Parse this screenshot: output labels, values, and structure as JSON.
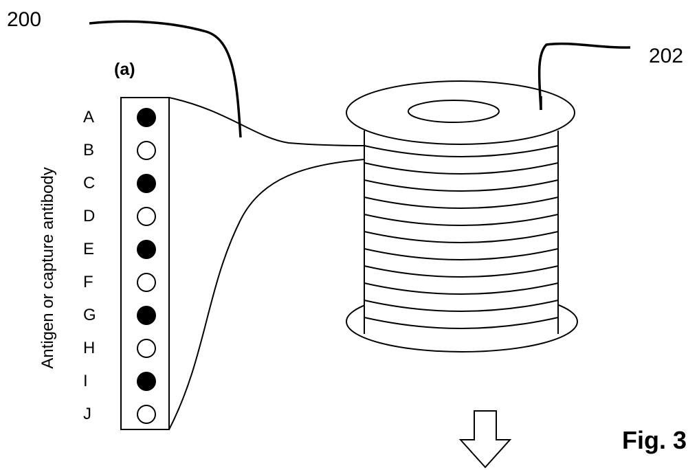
{
  "labels": {
    "ref_200": "200",
    "ref_202": "202",
    "panel": "(a)",
    "axis": "Antigen or capture antibody",
    "figure": "Fig. 3"
  },
  "rows": [
    {
      "letter": "A",
      "filled": true
    },
    {
      "letter": "B",
      "filled": false
    },
    {
      "letter": "C",
      "filled": true
    },
    {
      "letter": "D",
      "filled": false
    },
    {
      "letter": "E",
      "filled": true
    },
    {
      "letter": "F",
      "filled": false
    },
    {
      "letter": "G",
      "filled": true
    },
    {
      "letter": "H",
      "filled": false
    },
    {
      "letter": "I",
      "filled": true
    },
    {
      "letter": "J",
      "filled": false
    }
  ]
}
